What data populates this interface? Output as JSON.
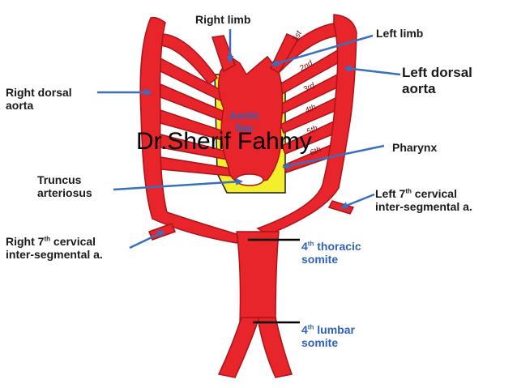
{
  "labels": {
    "right_limb": "Right limb",
    "left_limb": "Left limb",
    "left_dorsal_aorta": "Left dorsal\naorta",
    "right_dorsal_aorta": "Right dorsal\naorta",
    "aortic_sac": "Aortic\nSac",
    "pharynx": "Pharynx",
    "truncus_arteriosus": "Truncus\narteriosus",
    "left_7th_cervical": {
      "pre": "Left 7",
      "sup": "th",
      "post": " cervical\ninter-segmental a."
    },
    "right_7th_cervical": {
      "pre": "Right 7",
      "sup": "th",
      "post": " cervical\ninter-segmental a."
    },
    "thoracic_somite": {
      "pre": "4",
      "sup": "th",
      "post": " thoracic\nsomite"
    },
    "lumbar_somite": {
      "pre": "4",
      "sup": "th",
      "post": " lumbar\nsomite"
    }
  },
  "arch_numbers": [
    "1st",
    "2nd",
    "3rd",
    "4th",
    "5th",
    "6th"
  ],
  "watermark": "Dr.Sherif Fahmy",
  "colors": {
    "artery": "#e8252a",
    "artery_outline": "#a8141a",
    "pharynx": "#f5ee2a",
    "arrow": "#3a6fc0",
    "pointer": "#000000",
    "label_blue": "#2f62b8"
  }
}
